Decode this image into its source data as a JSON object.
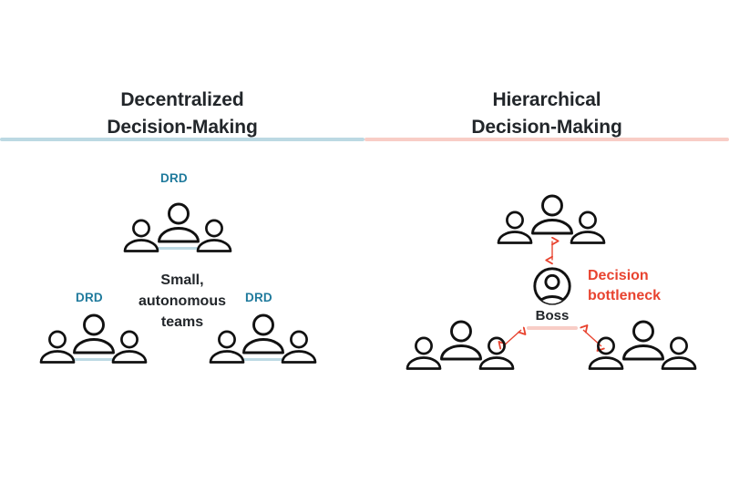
{
  "meta": {
    "background": "#ffffff",
    "ink": "#111111",
    "text_dark": "#22262a",
    "accent_blue": "#1f7a9c",
    "accent_blue_light": "#bcd9e3",
    "accent_red": "#e8432f",
    "accent_red_light": "#f8cdc6"
  },
  "panels": {
    "left": {
      "title": {
        "line1": "Decentralized",
        "line2": "Decision-Making",
        "underline_color": "#bcd9e3"
      },
      "center_text": {
        "line1": "Small,",
        "line2": "autonomous",
        "line3": "teams"
      },
      "teams": [
        {
          "id": "team-top",
          "label": "DRD",
          "label_color": "#1f7a9c",
          "lead_underline_color": "#bcd9e3",
          "members": 3
        },
        {
          "id": "team-bottom-left",
          "label": "DRD",
          "label_color": "#1f7a9c",
          "lead_underline_color": "#bcd9e3",
          "members": 3
        },
        {
          "id": "team-bottom-right",
          "label": "DRD",
          "label_color": "#1f7a9c",
          "lead_underline_color": "#bcd9e3",
          "members": 3
        }
      ]
    },
    "right": {
      "title": {
        "line1": "Hierarchical",
        "line2": "Decision-Making",
        "underline_color": "#f8cdc6"
      },
      "boss": {
        "label": "Boss",
        "underline_color": "#f8cdc6"
      },
      "bottleneck": {
        "line1": "Decision",
        "line2": "bottleneck",
        "color": "#e8432f"
      },
      "teams": [
        {
          "id": "team-top",
          "members": 3
        },
        {
          "id": "team-bottom-left",
          "members": 3
        },
        {
          "id": "team-bottom-right",
          "members": 3
        }
      ],
      "arrows": [
        {
          "id": "arrow-vertical",
          "direction": "up-down",
          "color": "#e8432f"
        },
        {
          "id": "arrow-down-left",
          "direction": "diagonal-down-left",
          "color": "#e8432f"
        },
        {
          "id": "arrow-down-right",
          "direction": "diagonal-down-right",
          "color": "#e8432f"
        }
      ]
    }
  }
}
